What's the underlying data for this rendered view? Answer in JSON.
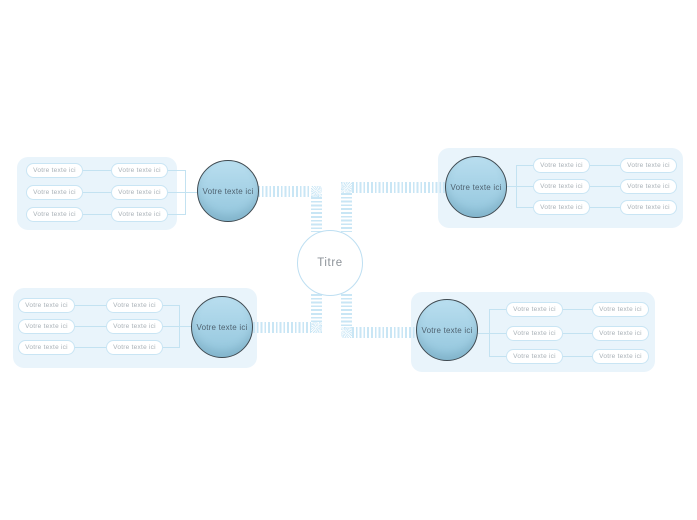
{
  "center": {
    "label": "Titre"
  },
  "branches": {
    "top_left": {
      "node_label": "Votre texte ici",
      "pills": [
        "Votre texte ici",
        "Votre texte ici",
        "Votre texte ici",
        "Votre texte ici",
        "Votre texte ici",
        "Votre texte ici"
      ]
    },
    "top_right": {
      "node_label": "Votre texte ici",
      "pills": [
        "Votre texte ici",
        "Votre texte ici",
        "Votre texte ici",
        "Votre texte ici",
        "Votre texte ici",
        "Votre texte ici"
      ]
    },
    "bottom_left": {
      "node_label": "Votre texte ici",
      "pills": [
        "Votre texte ici",
        "Votre texte ici",
        "Votre texte ici",
        "Votre texte ici",
        "Votre texte ici",
        "Votre texte ici"
      ]
    },
    "bottom_right": {
      "node_label": "Votre texte ici",
      "pills": [
        "Votre texte ici",
        "Votre texte ici",
        "Votre texte ici",
        "Votre texte ici",
        "Votre texte ici",
        "Votre texte ici"
      ]
    }
  },
  "colors": {
    "canvas_bg": "#ffffff",
    "panel_bg": "#e9f4fb",
    "pill_bg": "#ffffff",
    "pill_border": "#c9e5f4",
    "pill_text": "#a9b1b7",
    "node_fill_top": "#b9deef",
    "node_fill_bottom": "#93c6dd",
    "node_border": "#3f4a51",
    "node_text": "#4f6270",
    "center_fill": "#ffffff",
    "center_border": "#bedff2",
    "center_text": "#8d9399",
    "ribbon_stripe": "#c9e6f5",
    "connector_line": "#c3e2f1"
  }
}
